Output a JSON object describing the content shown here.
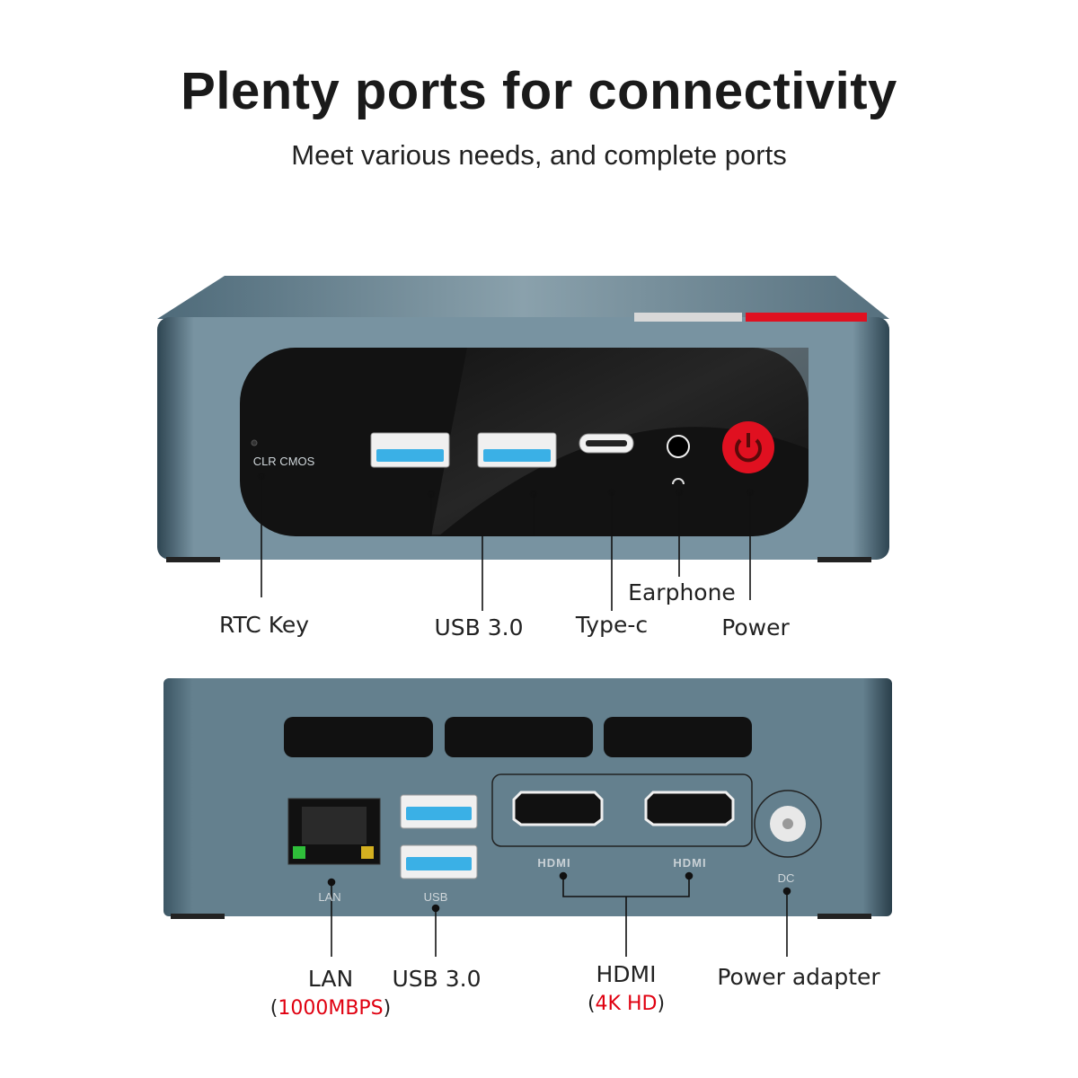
{
  "header": {
    "title": "Plenty ports for connectivity",
    "subtitle": "Meet various needs, and complete ports"
  },
  "front": {
    "panel_text": "CLR  CMOS",
    "callouts": {
      "rtc": "RTC Key",
      "usb": "USB 3.0",
      "typec": "Type-c",
      "earphone": "Earphone",
      "power": "Power"
    }
  },
  "rear": {
    "device_labels": {
      "lan": "LAN",
      "usb": "USB",
      "hdmi1": "HDMI",
      "hdmi2": "HDMI",
      "dc": "DC"
    },
    "callouts": {
      "lan": "LAN",
      "lan_speed": "1000MBPS",
      "usb": "USB 3.0",
      "hdmi": "HDMI",
      "hdmi_res": "4K HD",
      "power": "Power adapter"
    }
  },
  "colors": {
    "accent_red": "#e00010",
    "body": "#5f7d8c",
    "panel": "#121212"
  }
}
